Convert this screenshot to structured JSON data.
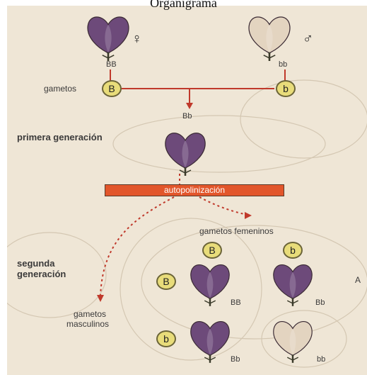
{
  "title": "Organigrama",
  "parents": {
    "female": {
      "genotype": "BB",
      "sign": "♀",
      "color": "#6d4a7a"
    },
    "male": {
      "genotype": "bb",
      "sign": "♂",
      "color": "#e3d4c0"
    }
  },
  "gametes_label": "gametos",
  "parent_gametes": [
    "B",
    "b"
  ],
  "f1": {
    "label": "primera generación",
    "genotype": "Bb"
  },
  "process_label": "autopolinización",
  "f2": {
    "label_line1": "segunda",
    "label_line2": "generación",
    "female_gametes_label": "gametos femeninos",
    "male_gametes_label_line1": "gametos",
    "male_gametes_label_line2": "masculinos",
    "female_alleles": [
      "B",
      "b"
    ],
    "male_alleles": [
      "B",
      "b"
    ],
    "grid": [
      "BB",
      "Bb",
      "Bb",
      "bb"
    ],
    "side_letter": "A"
  },
  "colors": {
    "accent": "#c0392b",
    "banner": "#e2562b",
    "allele_fill": "#e8dc7a",
    "purple": "#6d4a7a",
    "white_flower": "#e3d4c0"
  }
}
